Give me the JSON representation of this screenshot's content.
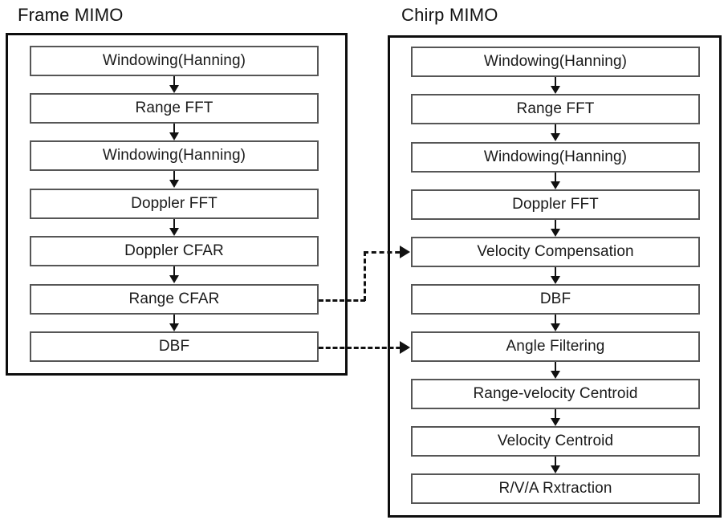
{
  "diagram": {
    "title_frame_mimo": "Frame MIMO",
    "title_chirp_mimo": "Chirp MIMO",
    "frame_mimo_steps": [
      {
        "label": "Windowing(Hanning)"
      },
      {
        "label": "Range FFT"
      },
      {
        "label": "Windowing(Hanning)"
      },
      {
        "label": "Doppler FFT"
      },
      {
        "label": "Doppler CFAR"
      },
      {
        "label": "Range CFAR"
      },
      {
        "label": "DBF"
      }
    ],
    "chirp_mimo_steps": [
      {
        "label": "Windowing(Hanning)"
      },
      {
        "label": "Range FFT"
      },
      {
        "label": "Windowing(Hanning)"
      },
      {
        "label": "Doppler FFT"
      },
      {
        "label": "Velocity Compensation"
      },
      {
        "label": "DBF"
      },
      {
        "label": "Angle Filtering"
      },
      {
        "label": "Range-velocity Centroid"
      },
      {
        "label": "Velocity Centroid"
      },
      {
        "label": "R/V/A Rxtraction"
      }
    ],
    "cross_links": [
      {
        "from": "Range CFAR",
        "to": "Velocity Compensation",
        "style": "dashed-elbow"
      },
      {
        "from": "DBF",
        "to": "Angle Filtering",
        "style": "dashed-straight"
      }
    ],
    "colors": {
      "frame_border": "#0d0d0d",
      "box_border": "#565656",
      "text": "#1a1a1a",
      "arrow": "#111111",
      "background": "#ffffff"
    }
  }
}
